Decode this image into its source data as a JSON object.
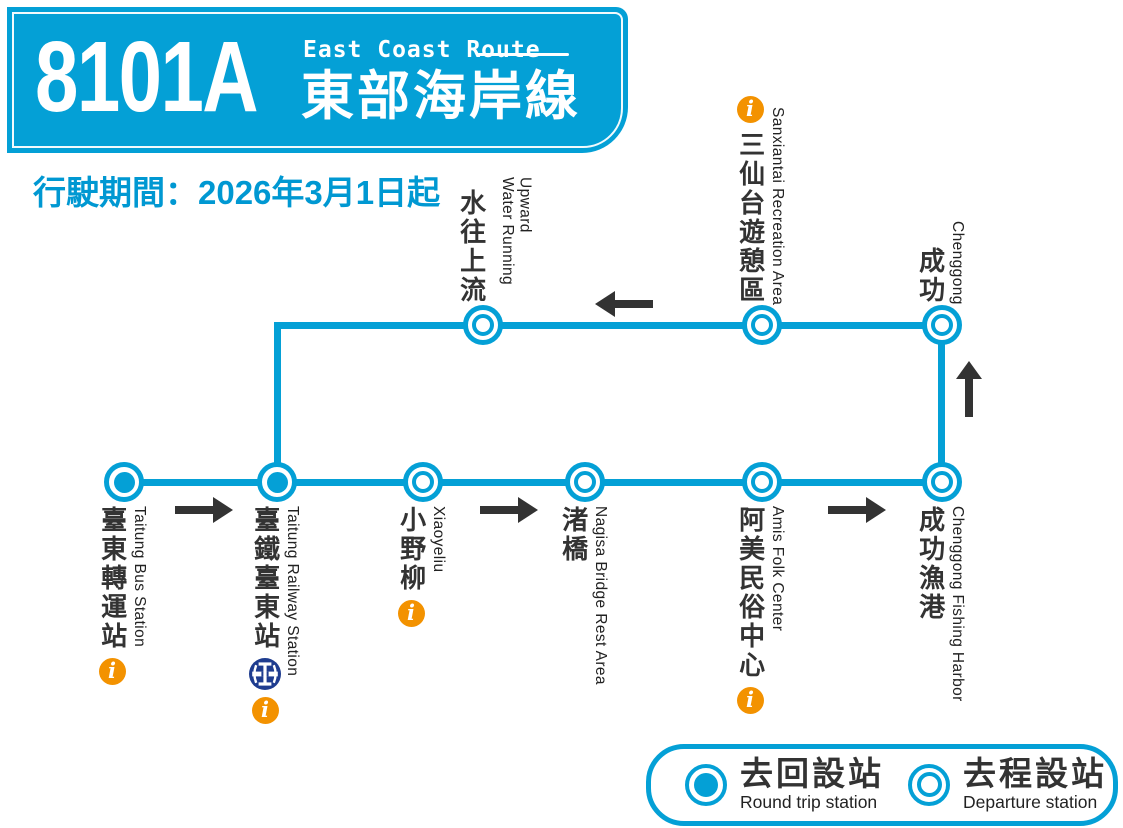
{
  "header": {
    "route_number": "8101A",
    "route_name_en": "East Coast Route",
    "route_name_zh": "東部海岸線"
  },
  "service_period": "行駛期間：2026年3月1日起",
  "stations": [
    {
      "name_zh": "臺東轉運站",
      "name_en": "Taitung Bus Station",
      "type": "round-trip",
      "icons": [
        "tourist-info"
      ]
    },
    {
      "name_zh": "臺鐵臺東站",
      "name_en": "Taitung Railway Station",
      "type": "round-trip",
      "icons": [
        "tra-railway",
        "tourist-info"
      ]
    },
    {
      "name_zh": "小野柳",
      "name_en": "Xiaoyeliu",
      "type": "departure",
      "icons": [
        "tourist-info"
      ]
    },
    {
      "name_zh": "渚橋",
      "name_en": "Nagisa Bridge Rest Area",
      "type": "departure",
      "icons": []
    },
    {
      "name_zh": "阿美民俗中心",
      "name_en": "Amis Folk Center",
      "type": "departure",
      "icons": [
        "tourist-info"
      ]
    },
    {
      "name_zh": "成功漁港",
      "name_en": "Chenggong Fishing Harbor",
      "type": "departure",
      "icons": []
    },
    {
      "name_zh": "成功",
      "name_en": "Chenggong",
      "type": "departure",
      "icons": []
    },
    {
      "name_zh": "三仙台遊憩區",
      "name_en": "Sanxiantai Recreation Area",
      "type": "departure",
      "icons": [
        "tourist-info"
      ]
    },
    {
      "name_zh": "水往上流",
      "name_en": "Water Running Upward",
      "type": "departure",
      "icons": []
    }
  ],
  "route_arrows": [
    {
      "direction": "right",
      "between": [
        "臺東轉運站",
        "臺鐵臺東站"
      ]
    },
    {
      "direction": "right",
      "between": [
        "小野柳",
        "渚橋"
      ]
    },
    {
      "direction": "right",
      "between": [
        "阿美民俗中心",
        "成功漁港"
      ]
    },
    {
      "direction": "up",
      "between": [
        "成功漁港",
        "成功"
      ]
    },
    {
      "direction": "left",
      "between": [
        "三仙台遊憩區",
        "水往上流"
      ]
    }
  ],
  "legend": {
    "items": [
      {
        "label_zh": "去回設站",
        "label_en": "Round trip station",
        "type": "round-trip"
      },
      {
        "label_zh": "去程設站",
        "label_en": "Departure station",
        "type": "departure"
      }
    ]
  },
  "icons": {
    "info_glyph": "i"
  },
  "colors": {
    "route_blue": "#04A0D6",
    "arrow_dark": "#333333",
    "info_orange": "#F39200",
    "tra_navy": "#1E3C8F",
    "text_dark": "#333333"
  }
}
